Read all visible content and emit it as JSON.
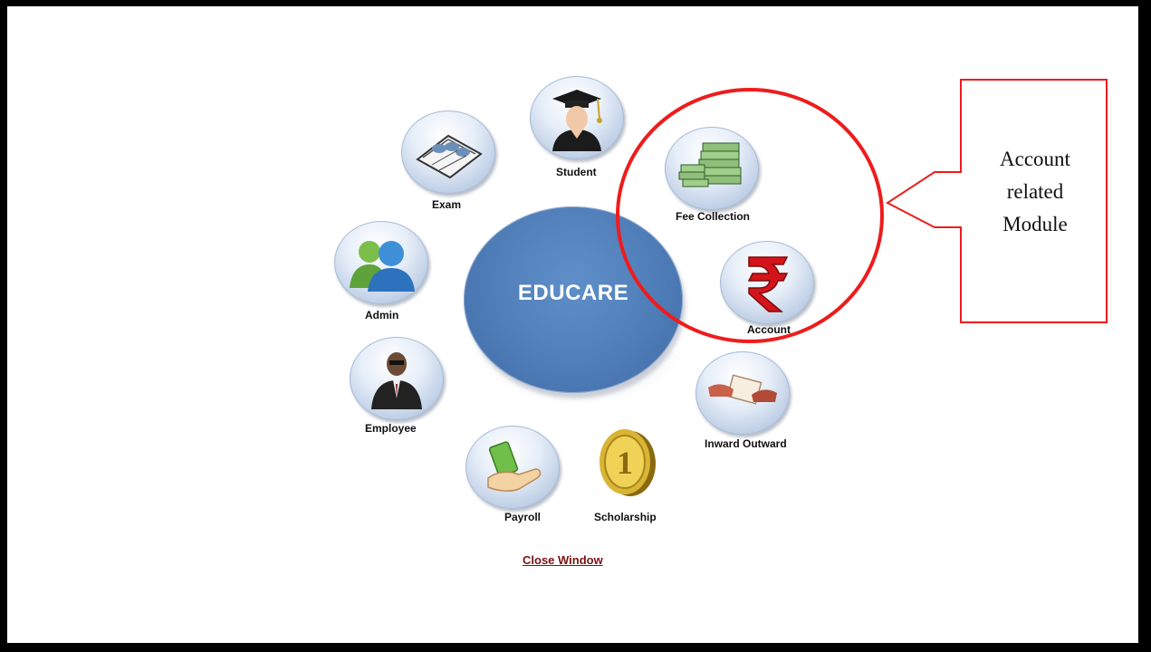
{
  "hub": {
    "label": "EDUCARE",
    "color": "#4f7db8"
  },
  "modules": [
    {
      "id": "student",
      "label": "Student",
      "icon": "graduate-icon"
    },
    {
      "id": "exam",
      "label": "Exam",
      "icon": "exam-papers-icon"
    },
    {
      "id": "admin",
      "label": "Admin",
      "icon": "users-icon"
    },
    {
      "id": "employee",
      "label": "Employee",
      "icon": "businessman-icon"
    },
    {
      "id": "payroll",
      "label": "Payroll",
      "icon": "money-hand-icon"
    },
    {
      "id": "scholarship",
      "label": "Scholarship",
      "icon": "gold-coin-icon"
    },
    {
      "id": "inward_outward",
      "label": "Inward Outward",
      "icon": "envelope-exchange-icon"
    },
    {
      "id": "account",
      "label": "Account",
      "icon": "rupee-icon"
    },
    {
      "id": "fee_collection",
      "label": "Fee Collection",
      "icon": "cash-stack-icon"
    }
  ],
  "close_link": "Close Window",
  "annotation": {
    "lines": [
      "Account",
      "related",
      "Module"
    ],
    "color": "#ee1c1c"
  }
}
